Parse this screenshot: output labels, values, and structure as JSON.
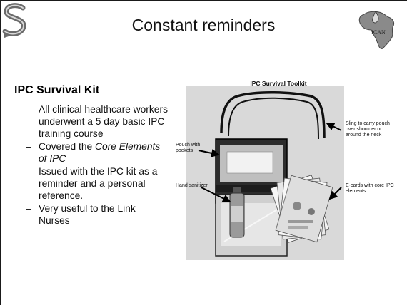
{
  "slide": {
    "title": "Constant reminders",
    "heading": "IPC Survival Kit",
    "bullets": [
      {
        "pre": "All clinical healthcare workers underwent a 5 day basic IPC training course",
        "em": "",
        "post": ""
      },
      {
        "pre": "Covered the ",
        "em": "Core Elements of IPC",
        "post": ""
      },
      {
        "pre": "Issued with the IPC kit as a reminder and a personal reference.",
        "em": "",
        "post": ""
      },
      {
        "pre": "Very useful to the Link Nurses",
        "em": "",
        "post": ""
      }
    ],
    "bullet_marker": "–",
    "logo_right_text": "ICAN"
  },
  "photo": {
    "title": "IPC Survival Toolkit",
    "callouts": {
      "sling": "Sling to carry pouch over shoulder or around the neck",
      "pouch": "Pouch with pockets",
      "sanitizer": "Hand sanitizer",
      "ecards": "E-cards with core IPC elements"
    }
  },
  "colors": {
    "frame": "#1a1a1a",
    "logo_left": "#6b6b6b",
    "logo_right_map": "#7a7a7a"
  }
}
